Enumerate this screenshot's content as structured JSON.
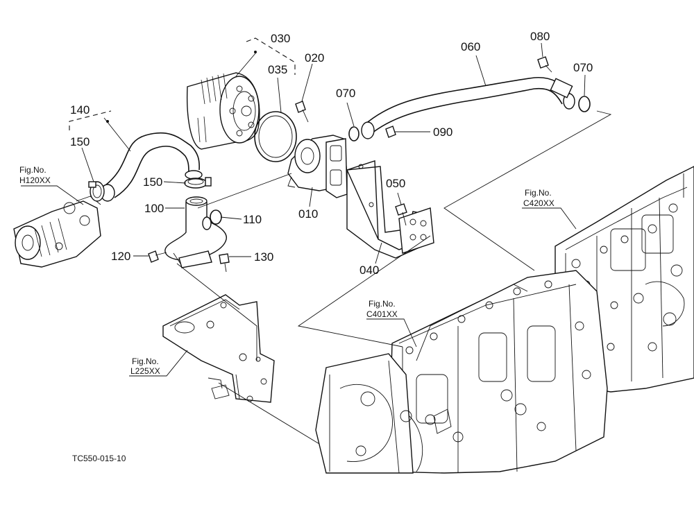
{
  "callouts": {
    "c140": "140",
    "c150a": "150",
    "c150b": "150",
    "c100": "100",
    "c110": "110",
    "c120": "120",
    "c130": "130",
    "c010": "010",
    "c020": "020",
    "c030": "030",
    "c035": "035",
    "c040": "040",
    "c050": "050",
    "c060": "060",
    "c070a": "070",
    "c070b": "070",
    "c080": "080",
    "c090": "090"
  },
  "fig_refs": [
    {
      "label": "Fig.No.",
      "code": "H120XX"
    },
    {
      "label": "Fig.No.",
      "code": "C420XX"
    },
    {
      "label": "Fig.No.",
      "code": "C401XX"
    },
    {
      "label": "Fig.No.",
      "code": "L225XX"
    }
  ],
  "drawing_code": "TC550-015-10"
}
